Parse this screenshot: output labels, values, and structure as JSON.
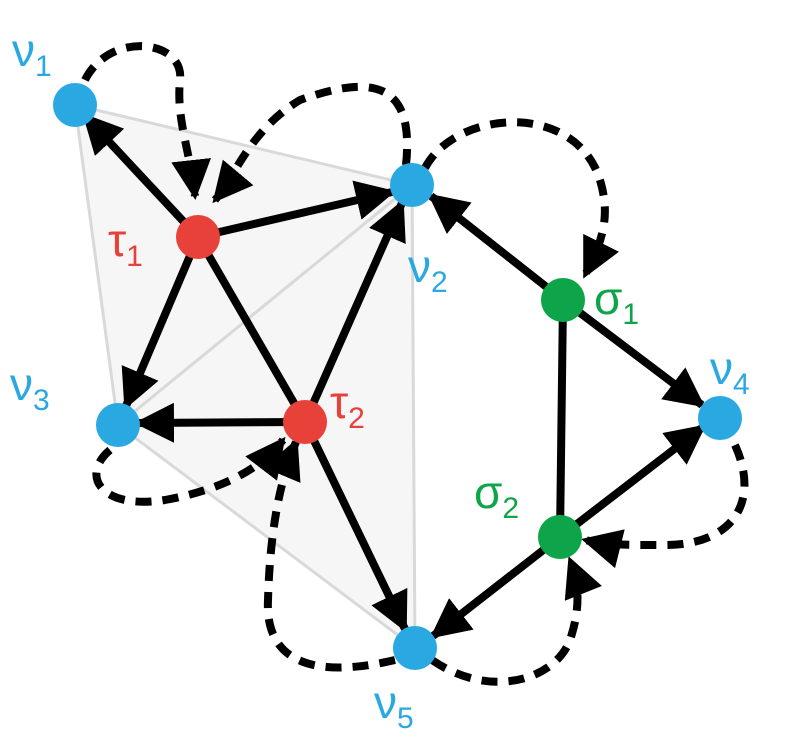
{
  "colors": {
    "vertex": "#2aa8e2",
    "tau": "#e8413a",
    "sigma": "#0ea54a",
    "edge": "#000000",
    "face_fill": "#f6f6f6",
    "face_edge": "#d9d9d9"
  },
  "nodes": {
    "v1": {
      "letter": "ν",
      "sub": "1"
    },
    "v2": {
      "letter": "ν",
      "sub": "2"
    },
    "v3": {
      "letter": "ν",
      "sub": "3"
    },
    "v4": {
      "letter": "ν",
      "sub": "4"
    },
    "v5": {
      "letter": "ν",
      "sub": "5"
    },
    "t1": {
      "letter": "τ",
      "sub": "1"
    },
    "t2": {
      "letter": "τ",
      "sub": "2"
    },
    "s1": {
      "letter": "σ",
      "sub": "1"
    },
    "s2": {
      "letter": "σ",
      "sub": "2"
    }
  },
  "directed_edges": [
    [
      "t1",
      "v1"
    ],
    [
      "t1",
      "v2"
    ],
    [
      "t1",
      "v3"
    ],
    [
      "t1",
      "t2"
    ],
    [
      "t2",
      "v2"
    ],
    [
      "t2",
      "v3"
    ],
    [
      "t2",
      "v5"
    ],
    [
      "s1",
      "v2"
    ],
    [
      "s1",
      "v4"
    ],
    [
      "s1",
      "s2"
    ],
    [
      "s2",
      "v4"
    ],
    [
      "s2",
      "v5"
    ]
  ],
  "dashed_edges": [
    [
      "v1",
      "t1"
    ],
    [
      "v2",
      "t1"
    ],
    [
      "v2",
      "s1"
    ],
    [
      "v3",
      "t2"
    ],
    [
      "v5",
      "t2"
    ],
    [
      "v5",
      "s2"
    ],
    [
      "v4",
      "s2"
    ]
  ]
}
